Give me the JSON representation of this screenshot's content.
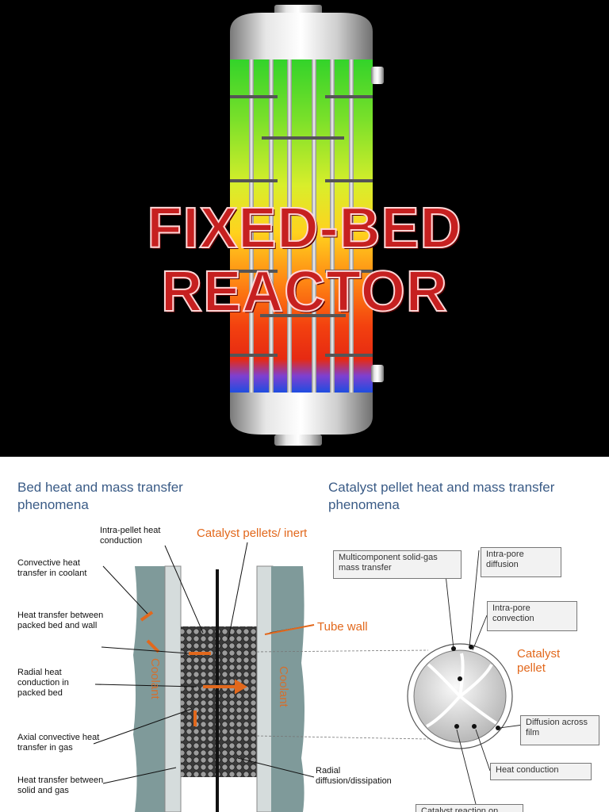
{
  "title": "FIXED-BED REACTOR",
  "diagram": {
    "left_heading": "Bed heat and mass transfer phenomena",
    "right_heading": "Catalyst pellet heat and mass transfer phenomena",
    "left_labels": {
      "intra_pellet": "Intra-pellet heat conduction",
      "convective": "Convective heat transfer in coolant",
      "packed_bed_wall": "Heat transfer between packed bed and wall",
      "radial_conduction": "Radial heat conduction in packed bed",
      "axial_convective": "Axial convective heat transfer in gas",
      "solid_gas": "Heat transfer between solid and gas"
    },
    "catalyst_pellets_inert": "Catalyst pellets/ inert",
    "tube_wall": "Tube wall",
    "coolant": "Coolant",
    "radial_diffusion": "Radial diffusion/dissipation",
    "right_labels": {
      "multicomponent": "Multicomponent solid-gas mass transfer",
      "intra_pore_diffusion": "Intra-pore diffusion",
      "intra_pore_convection": "Intra-pore convection",
      "catalyst_pellet": "Catalyst pellet",
      "diffusion_film": "Diffusion across film",
      "heat_conduction": "Heat conduction",
      "catalyst_reaction": "Catalyst reaction on"
    }
  }
}
